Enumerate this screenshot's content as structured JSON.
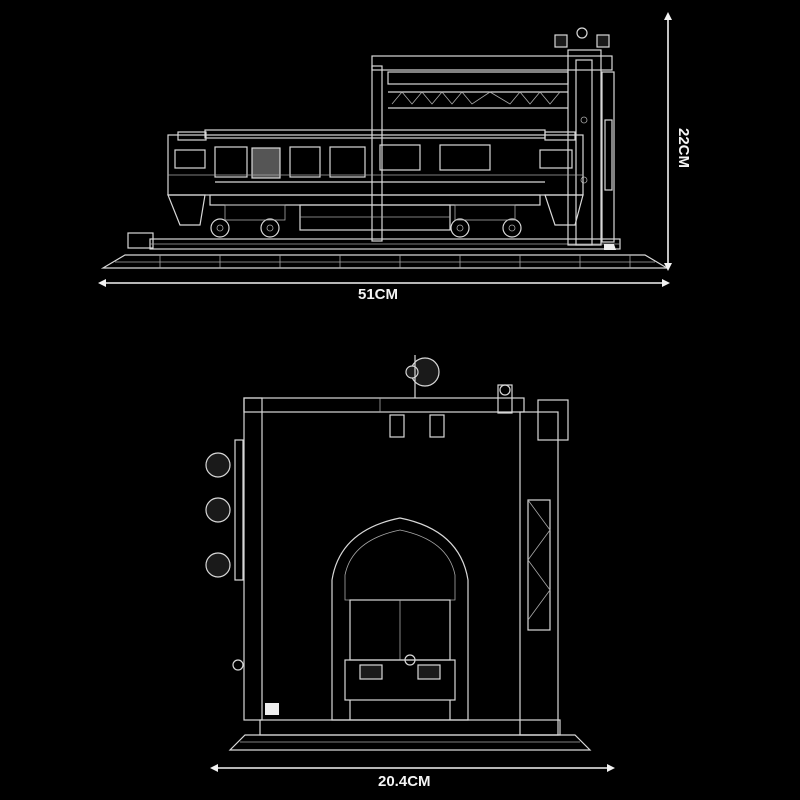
{
  "side_view": {
    "width_label": "51CM",
    "height_label": "22CM"
  },
  "front_view": {
    "width_label": "20.4CM"
  },
  "colors": {
    "background": "#000000",
    "line": "#d8d8d8"
  }
}
